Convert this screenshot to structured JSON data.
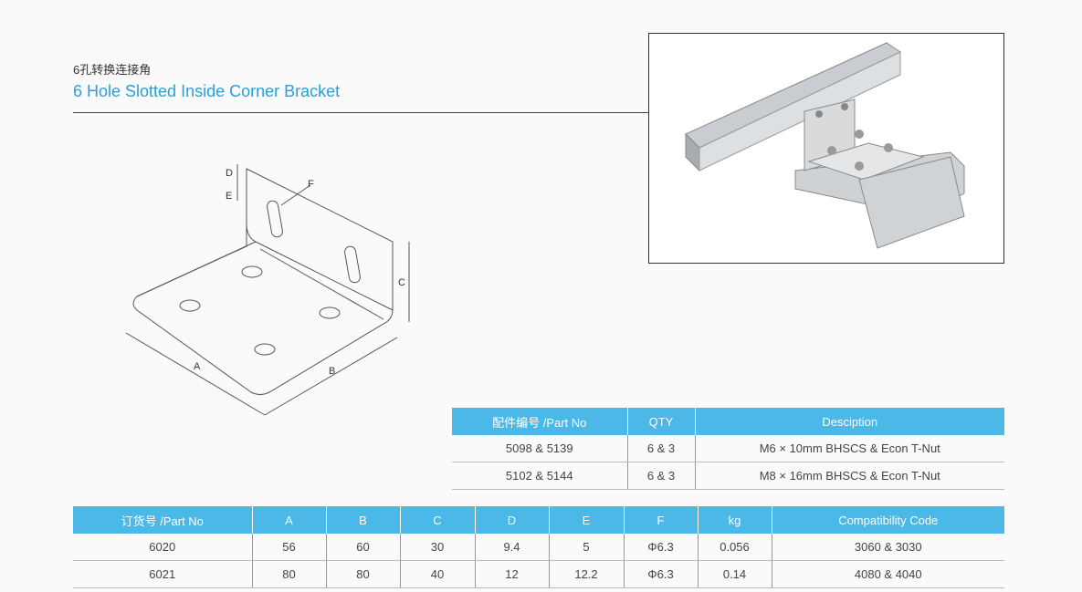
{
  "title_cn": "6孔转换连接角",
  "title_en": "6 Hole Slotted Inside Corner Bracket",
  "diagram_labels": {
    "a": "A",
    "b": "B",
    "c": "C",
    "d": "D",
    "e": "E",
    "f": "F"
  },
  "fastener_table": {
    "headers": [
      "配件编号 /Part No",
      "QTY",
      "Desciption"
    ],
    "rows": [
      [
        "5098 & 5139",
        "6 & 3",
        "M6 × 10mm BHSCS & Econ T-Nut"
      ],
      [
        "5102 & 5144",
        "6 & 3",
        "M8 × 16mm BHSCS & Econ T-Nut"
      ]
    ]
  },
  "spec_table": {
    "headers": [
      "订货号 /Part No",
      "A",
      "B",
      "C",
      "D",
      "E",
      "F",
      "kg",
      "Compatibility Code"
    ],
    "rows": [
      [
        "6020",
        "56",
        "60",
        "30",
        "9.4",
        "5",
        "Φ6.3",
        "0.056",
        "3060 & 3030"
      ],
      [
        "6021",
        "80",
        "80",
        "40",
        "12",
        "12.2",
        "Φ6.3",
        "0.14",
        "4080 & 4040"
      ]
    ]
  },
  "colors": {
    "accent": "#2b9ed8",
    "header": "#4cb8e8"
  }
}
